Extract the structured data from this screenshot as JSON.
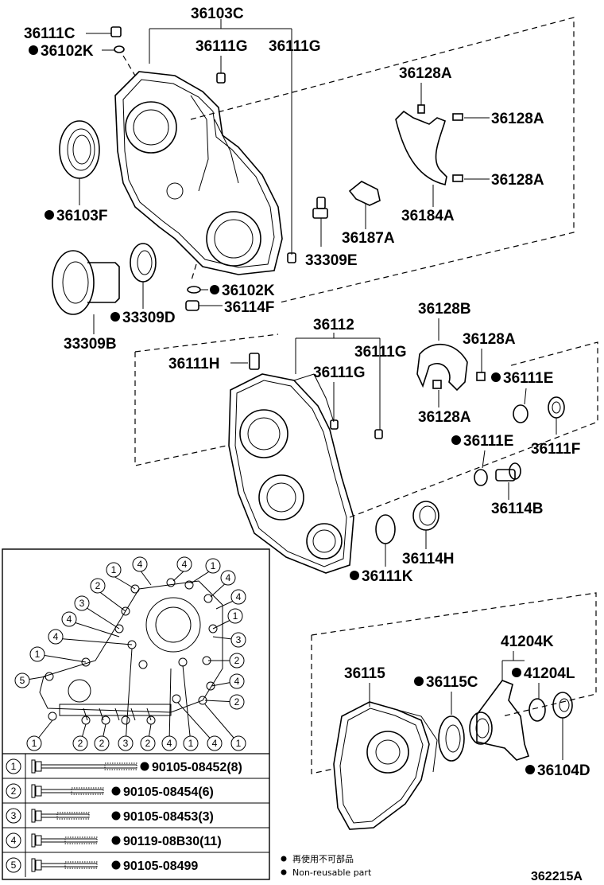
{
  "callouts": {
    "c36103C": "36103C",
    "c36111C": "36111C",
    "c36102K_top": "36102K",
    "c36111G_a": "36111G",
    "c36111G_b": "36111G",
    "c36128A_a": "36128A",
    "c36128A_b": "36128A",
    "c36128A_c": "36128A",
    "c36103F": "36103F",
    "c36184A": "36184A",
    "c36187A": "36187A",
    "c33309E": "33309E",
    "c36102K_bot": "36102K",
    "c36114F": "36114F",
    "c33309D": "33309D",
    "c33309B": "33309B",
    "c36112": "36112",
    "c36128B": "36128B",
    "c36111H": "36111H",
    "c36111G_c": "36111G",
    "c36111G_d": "36111G",
    "c36128A_d": "36128A",
    "c36111E_a": "36111E",
    "c36128A_e": "36128A",
    "c36111F": "36111F",
    "c36111E_b": "36111E",
    "c36114B": "36114B",
    "c36114H": "36114H",
    "c36111K": "36111K",
    "c41204K": "41204K",
    "c36115": "36115",
    "c36115C": "36115C",
    "c41204L": "41204L",
    "c36104D": "36104D"
  },
  "bolt_table": [
    {
      "num": "1",
      "part": "90105-08452(8)"
    },
    {
      "num": "2",
      "part": "90105-08454(6)"
    },
    {
      "num": "3",
      "part": "90105-08453(3)"
    },
    {
      "num": "4",
      "part": "90119-08B30(11)"
    },
    {
      "num": "5",
      "part": "90105-08499"
    }
  ],
  "bolt_diagram_numbers": {
    "n01": "1",
    "n02": "4",
    "n03": "4",
    "n04": "1",
    "n05": "4",
    "n06": "2",
    "n07": "4",
    "n08": "3",
    "n09": "1",
    "n10": "4",
    "n11": "3",
    "n12": "4",
    "n13": "2",
    "n14": "1",
    "n15": "5",
    "n16": "4",
    "n17": "1",
    "n18": "2",
    "n19": "2",
    "n20": "2",
    "n21": "3",
    "n22": "2",
    "n23": "4",
    "n24": "1",
    "n25": "4",
    "n26": "1"
  },
  "legend": {
    "reusable_jp": "再使用不可部品",
    "reusable_en": "Non-reusable part"
  },
  "figure_id": "362215A"
}
